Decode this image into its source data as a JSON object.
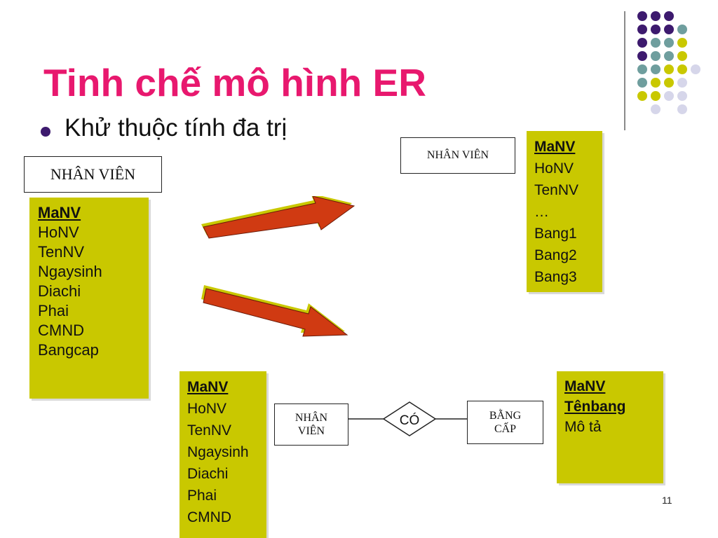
{
  "slide": {
    "title": "Tinh chế mô hình ER",
    "bullet": "Khử thuộc tính đa trị",
    "page_number": "11"
  },
  "diagram": {
    "original": {
      "entity": "NHÂN VIÊN",
      "attributes": [
        "MaNV",
        "HoNV",
        "TenNV",
        "Ngaysinh",
        "Diachi",
        "Phai",
        "CMND",
        "Bangcap"
      ],
      "key": "MaNV"
    },
    "option1": {
      "entity": "NHÂN VIÊN",
      "attributes": [
        "MaNV",
        "HoNV",
        "TenNV",
        "…",
        "Bang1",
        "Bang2",
        "Bang3"
      ],
      "key": "MaNV"
    },
    "option2": {
      "entity_left": [
        "NHÂN",
        "VIÊN"
      ],
      "relationship": "CÓ",
      "entity_right": [
        "BẰNG",
        "CẤP"
      ],
      "left_attributes": [
        "MaNV",
        "HoNV",
        "TenNV",
        "Ngaysinh",
        "Diachi",
        "Phai",
        "CMND"
      ],
      "left_key": "MaNV",
      "right_attributes": [
        "MaNV",
        "Tênbang",
        "Mô tả"
      ],
      "right_keys": [
        "MaNV",
        "Tênbang"
      ]
    }
  },
  "colors": {
    "title": "#e8186e",
    "attribute_fill": "#c9c800",
    "arrow_fill": "#d03a12",
    "arrow_highlight": "#c9c800",
    "dot_purple": "#3d1a6e",
    "dot_teal": "#6f9e9e",
    "dot_olive": "#c9c800",
    "dot_lavender": "#d6d6ea"
  }
}
